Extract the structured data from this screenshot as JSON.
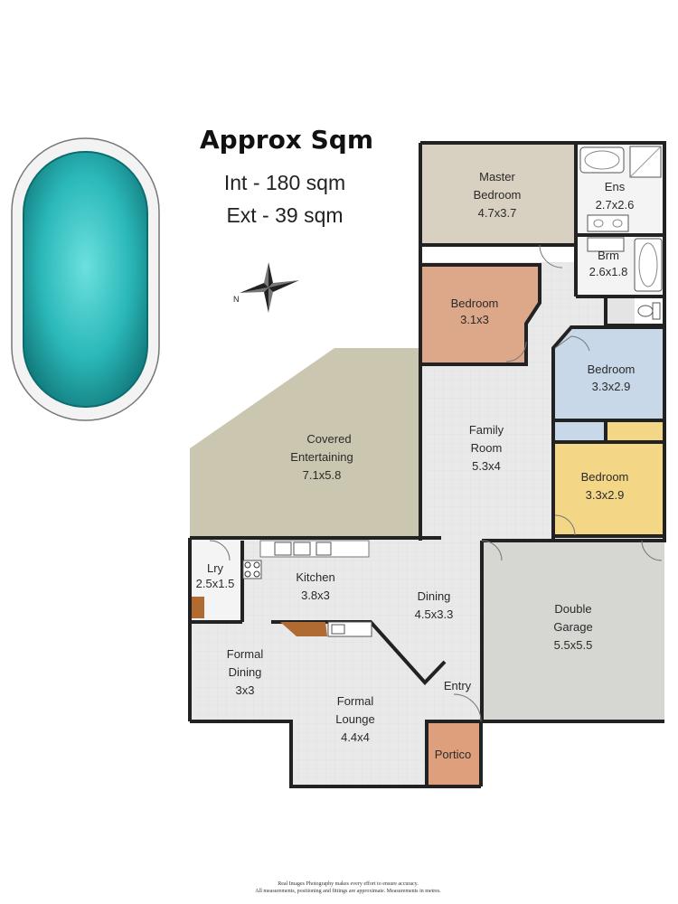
{
  "header": {
    "title": "Approx Sqm",
    "internal": "Int - 180 sqm",
    "external": "Ext - 39 sqm"
  },
  "compass": {
    "label": "N",
    "icon": "compass-rose-icon"
  },
  "rooms": [
    {
      "id": "master-bedroom",
      "name": "Master",
      "name2": "Bedroom",
      "dims": "4.7x3.7"
    },
    {
      "id": "ensuite",
      "name": "Ens",
      "dims": "2.7x2.6"
    },
    {
      "id": "bathroom",
      "name": "Brm",
      "dims": "2.6x1.8"
    },
    {
      "id": "bedroom-2",
      "name": "Bedroom",
      "dims": "3.1x3"
    },
    {
      "id": "bedroom-3",
      "name": "Bedroom",
      "dims": "3.3x2.9"
    },
    {
      "id": "bedroom-4",
      "name": "Bedroom",
      "dims": "3.3x2.9"
    },
    {
      "id": "family-room",
      "name": "Family",
      "name2": "Room",
      "dims": "5.3x4"
    },
    {
      "id": "covered-entertaining",
      "name": "Covered",
      "name2": "Entertaining",
      "dims": "7.1x5.8"
    },
    {
      "id": "laundry",
      "name": "Lry",
      "dims": "2.5x1.5"
    },
    {
      "id": "kitchen",
      "name": "Kitchen",
      "dims": "3.8x3"
    },
    {
      "id": "dining",
      "name": "Dining",
      "dims": "4.5x3.3"
    },
    {
      "id": "double-garage",
      "name": "Double",
      "name2": "Garage",
      "dims": "5.5x5.5"
    },
    {
      "id": "formal-dining",
      "name": "Formal",
      "name2": "Dining",
      "dims": "3x3"
    },
    {
      "id": "formal-lounge",
      "name": "Formal",
      "name2": "Lounge",
      "dims": "4.4x4"
    },
    {
      "id": "entry",
      "name": "Entry"
    },
    {
      "id": "portico",
      "name": "Portico"
    }
  ],
  "disclaimer": {
    "line1": "Real Images Photography makes every effort to ensure accuracy.",
    "line2": "All measurements, positioning and fittings are approximate. Measurements in metres."
  },
  "colors": {
    "wall": "#222222",
    "tile_floor": "#e8e8e8",
    "master_bedroom": "#d8d0c0",
    "bedroom_terracotta": "#dda88a",
    "bedroom_blue": "#c8d8e8",
    "bedroom_yellow": "#f3d787",
    "garage": "#d6d6d2",
    "entertaining": "#cbc6b0",
    "portico": "#dea07c",
    "pool_water": "#2ec2c2",
    "pool_deck": "#f0f0f0"
  }
}
